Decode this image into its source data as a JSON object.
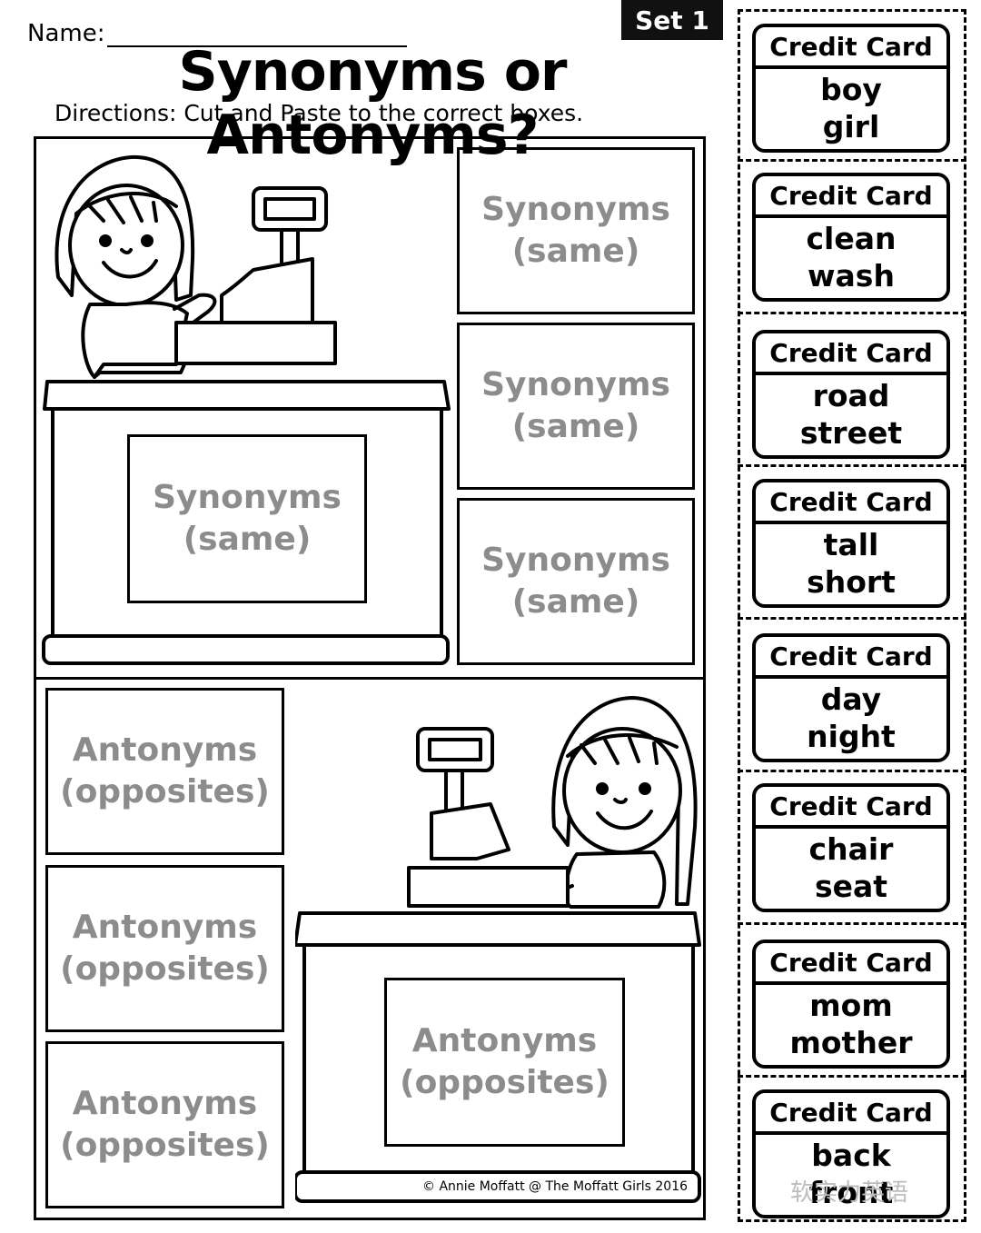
{
  "header": {
    "name_label": "Name:",
    "set_label": "Set 1",
    "title": "Synonyms or Antonyms?",
    "directions": "Directions: Cut and Paste to the correct boxes."
  },
  "synonym_boxes": [
    {
      "word": "Synonyms",
      "hint": "(same)"
    },
    {
      "word": "Synonyms",
      "hint": "(same)"
    },
    {
      "word": "Synonyms",
      "hint": "(same)"
    },
    {
      "word": "Synonyms",
      "hint": "(same)"
    }
  ],
  "antonym_boxes": [
    {
      "word": "Antonyms",
      "hint": "(opposites)"
    },
    {
      "word": "Antonyms",
      "hint": "(opposites)"
    },
    {
      "word": "Antonyms",
      "hint": "(opposites)"
    },
    {
      "word": "Antonyms",
      "hint": "(opposites)"
    }
  ],
  "cards": [
    {
      "header": "Credit Card",
      "word1": "boy",
      "word2": "girl"
    },
    {
      "header": "Credit Card",
      "word1": "clean",
      "word2": "wash"
    },
    {
      "header": "Credit Card",
      "word1": "road",
      "word2": "street"
    },
    {
      "header": "Credit Card",
      "word1": "tall",
      "word2": "short"
    },
    {
      "header": "Credit Card",
      "word1": "day",
      "word2": "night"
    },
    {
      "header": "Credit Card",
      "word1": "chair",
      "word2": "seat"
    },
    {
      "header": "Credit Card",
      "word1": "mom",
      "word2": "mother"
    },
    {
      "header": "Credit Card",
      "word1": "back",
      "word2": "front"
    }
  ],
  "footer": {
    "copyright": "© Annie Moffatt @ The Moffatt Girls 2016",
    "watermark": "软实力英语"
  },
  "icons": [
    "cashier-girl-icon",
    "cash-register-icon"
  ],
  "colors": {
    "placeholder_text": "#8c8c8c",
    "ink": "#000000",
    "badge_bg": "#111111"
  }
}
